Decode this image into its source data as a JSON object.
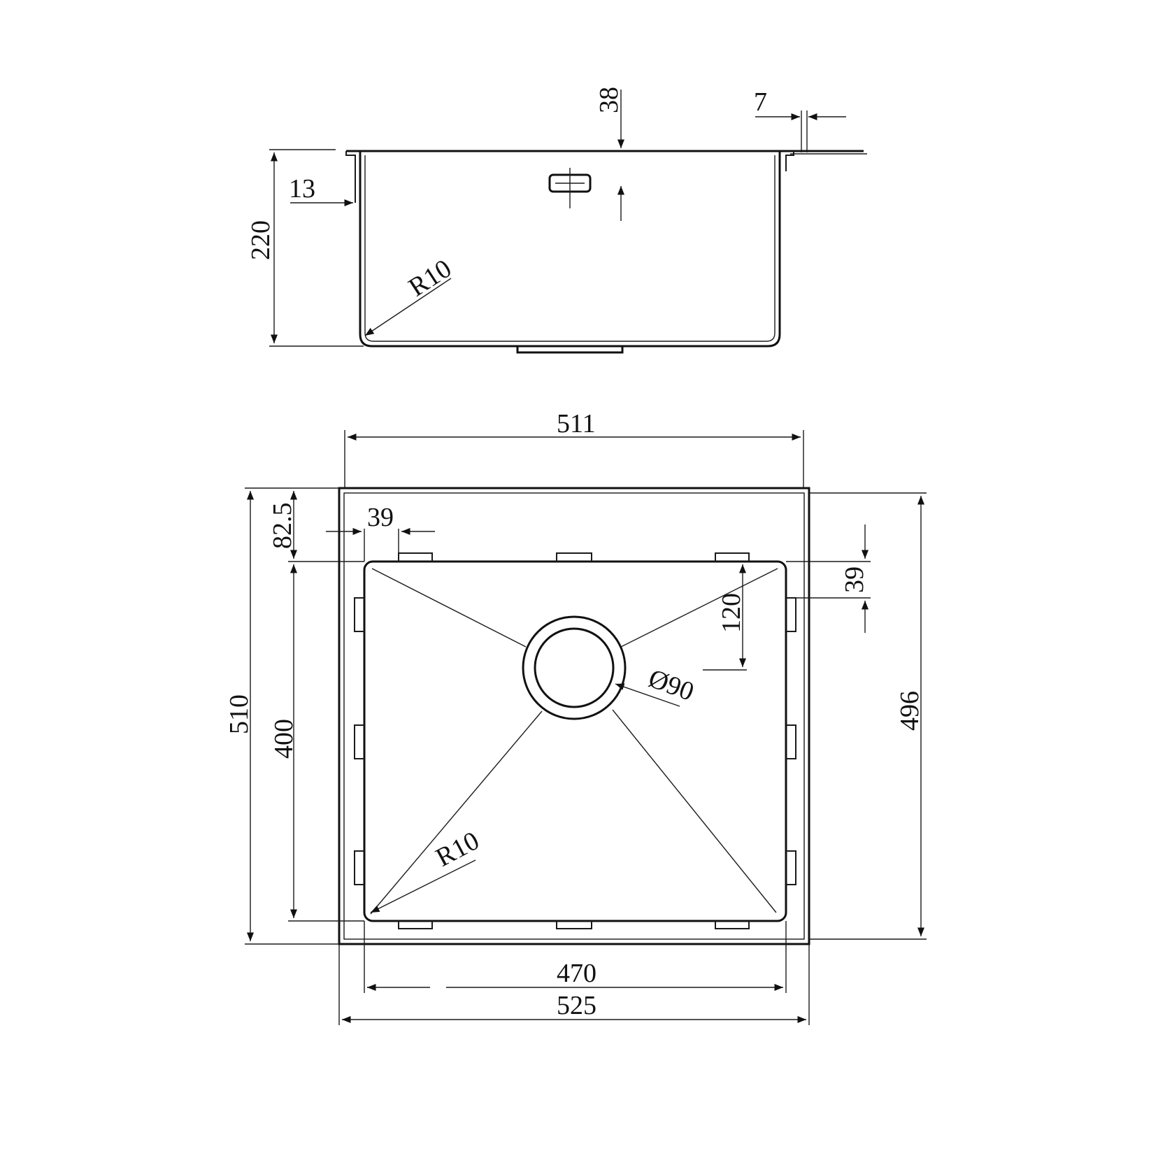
{
  "side_view": {
    "height_total": "220",
    "flange_offset": "13",
    "overflow_height": "38",
    "flange_thickness": "7",
    "corner_radius": "R10"
  },
  "top_view": {
    "outer_width_top": "511",
    "flange_depth": "82.5",
    "clip_offset": "39",
    "right_clip_offset": "39",
    "drain_offset": "120",
    "drain_diameter": "Ø90",
    "overall_depth": "510",
    "bowl_depth": "400",
    "right_depth": "496",
    "corner_radius": "R10",
    "bowl_width": "470",
    "overall_width": "525"
  }
}
